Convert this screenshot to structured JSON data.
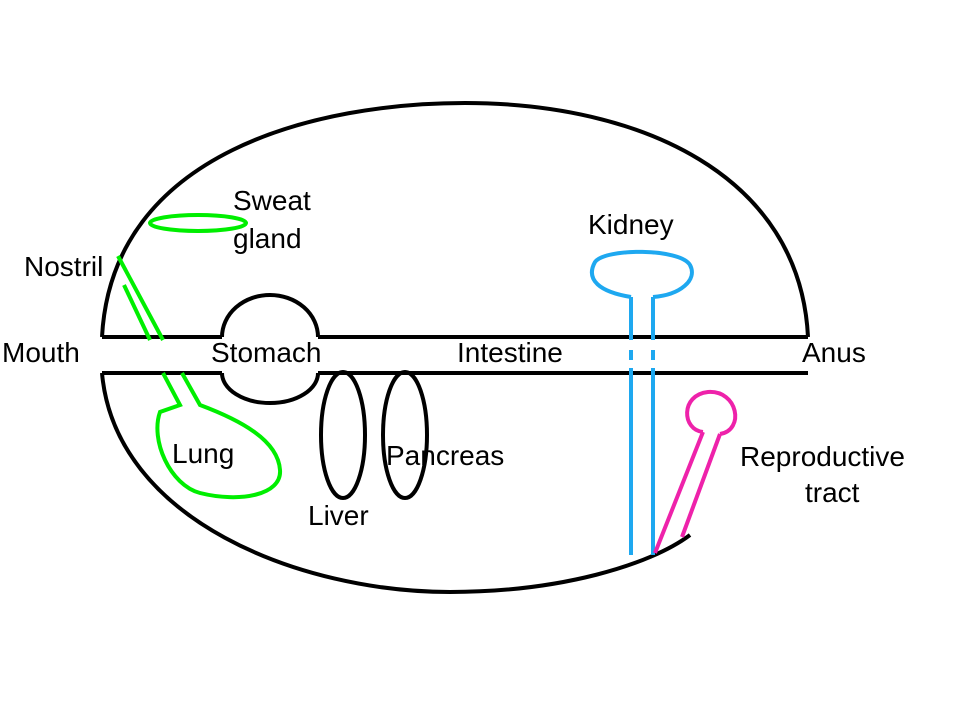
{
  "labels": {
    "mouth": "Mouth",
    "stomach": "Stomach",
    "intestine": "Intestine",
    "anus": "Anus",
    "nostril": "Nostril",
    "sweat_gland_line1": "Sweat",
    "sweat_gland_line2": "gland",
    "kidney": "Kidney",
    "lung": "Lung",
    "liver": "Liver",
    "pancreas": "Pancreas",
    "reproductive_tract_line1": "Reproductive",
    "reproductive_tract_line2": "tract"
  },
  "colors": {
    "respiratory": "#00ee00",
    "excretory": "#1ea8f0",
    "reproductive": "#ee22aa",
    "digestive": "#000000"
  }
}
